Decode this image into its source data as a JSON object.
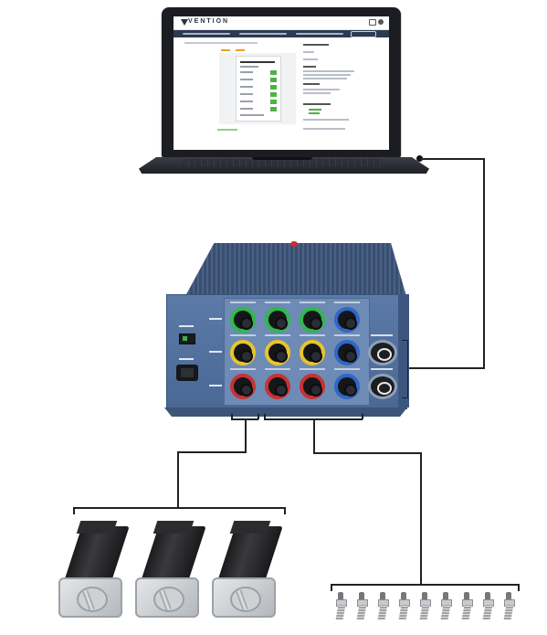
{
  "laptop": {
    "brand": "VENTION"
  },
  "colors": {
    "controller_blue": "#5c7aa7",
    "port_green": "#2fb94a",
    "port_yellow": "#e8c52a",
    "port_red": "#c83232",
    "port_blue": "#2f67c8",
    "status_green": "#4fb245",
    "wire": "#222222"
  },
  "controller": {
    "ports": [
      {
        "color": "green"
      },
      {
        "color": "green"
      },
      {
        "color": "green"
      },
      {
        "color": "blue"
      },
      {
        "color": "yellow"
      },
      {
        "color": "yellow"
      },
      {
        "color": "yellow"
      },
      {
        "color": "blue"
      },
      {
        "color": "red"
      },
      {
        "color": "red"
      },
      {
        "color": "red"
      },
      {
        "color": "blue"
      }
    ]
  },
  "components": {
    "motor_count": 3,
    "sensor_count": 9
  }
}
